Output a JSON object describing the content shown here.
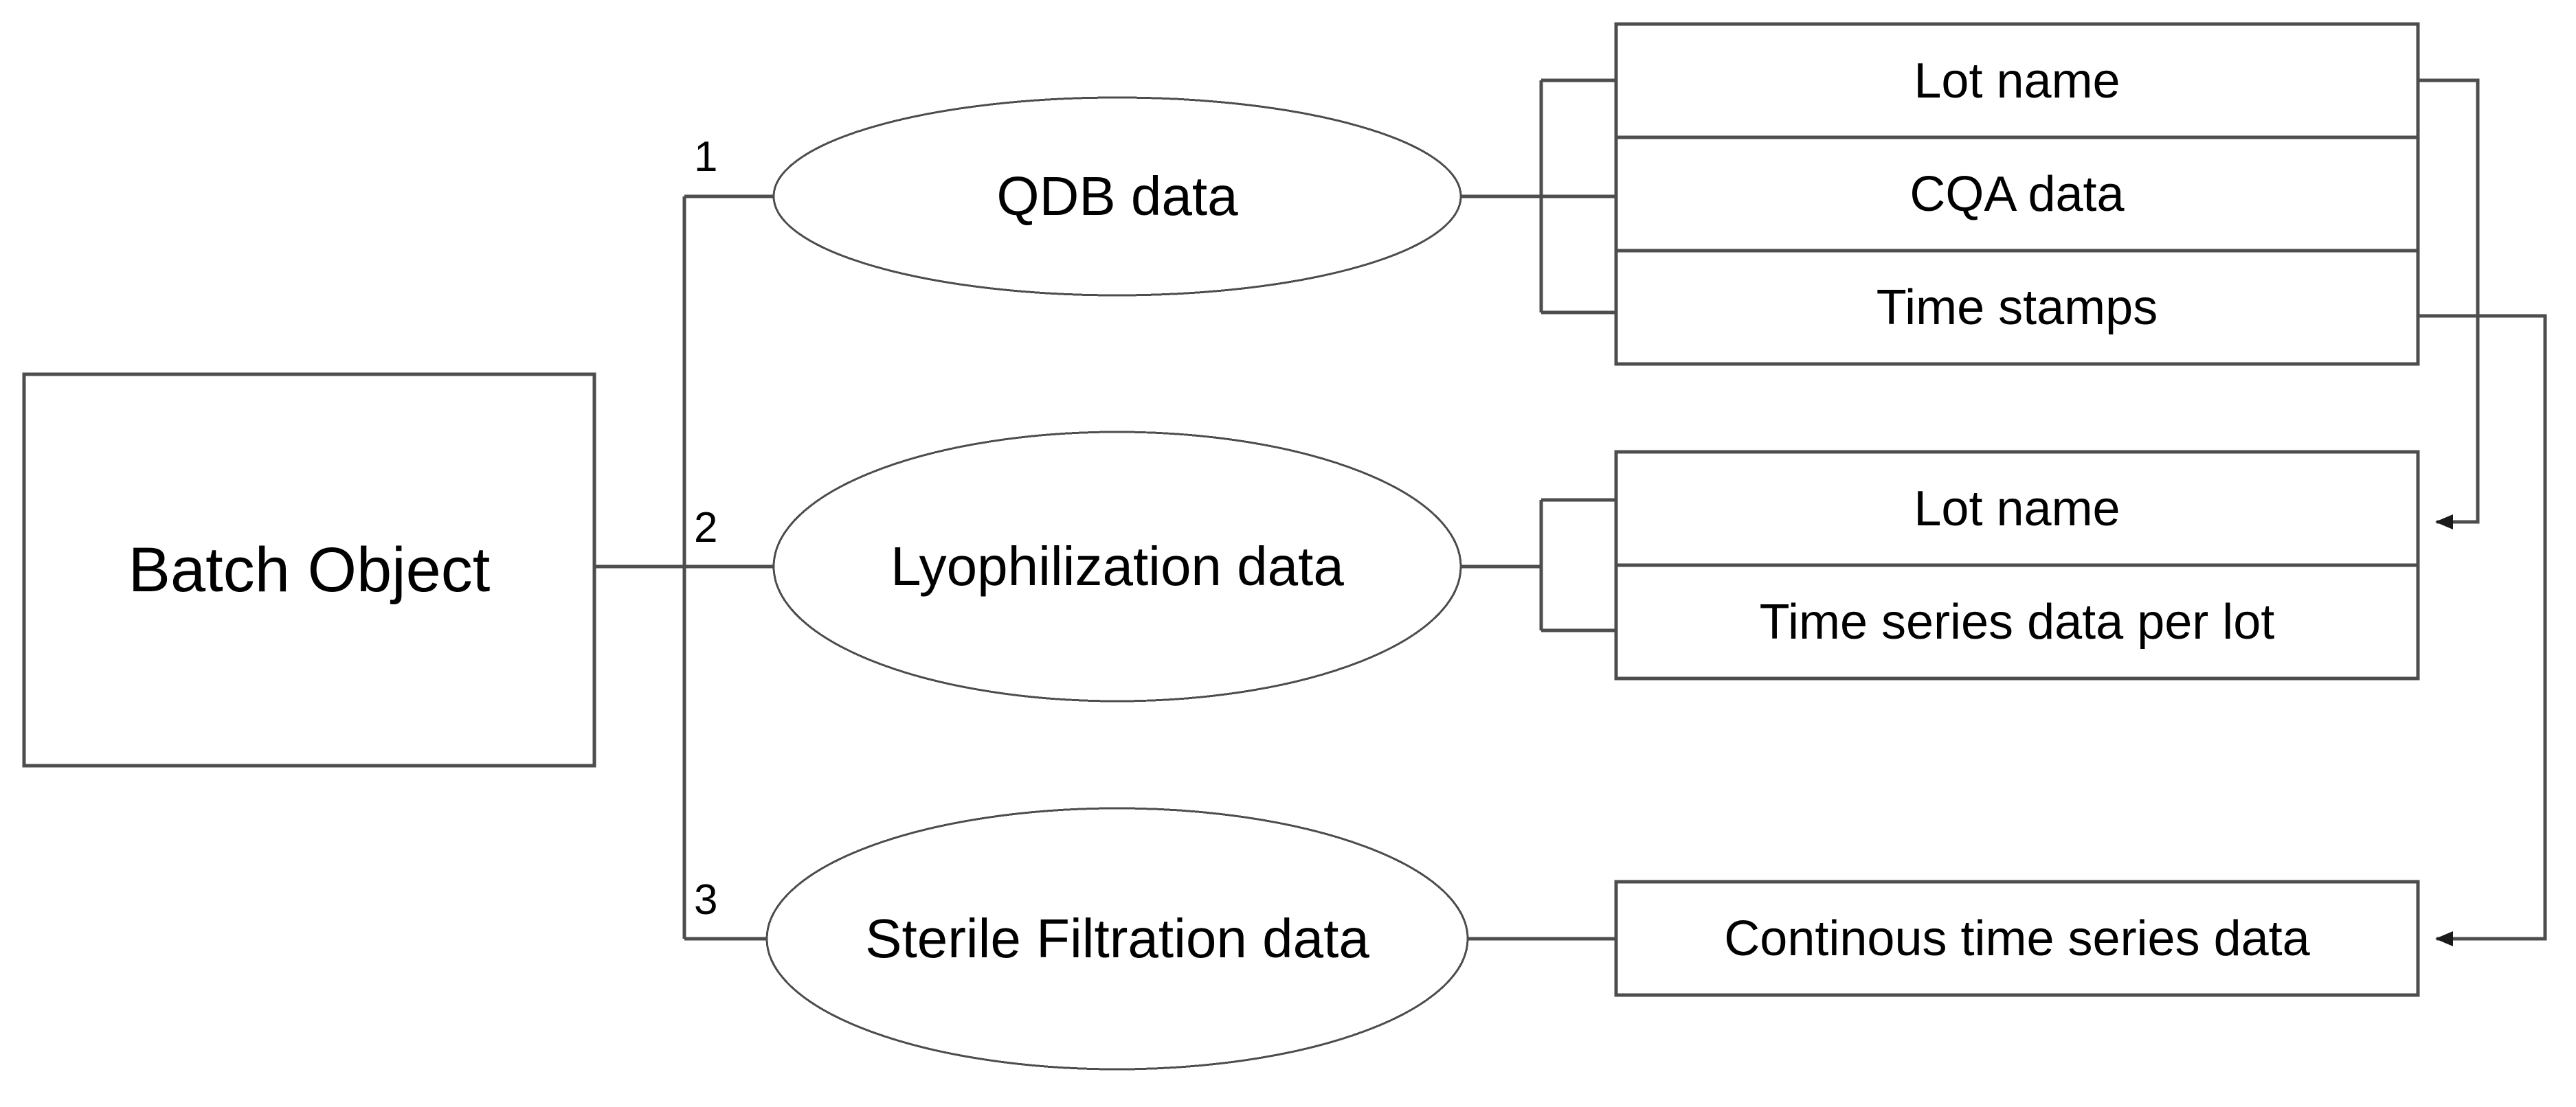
{
  "diagram": {
    "type": "entity-relationship-flow",
    "background_color": "#ffffff",
    "line_color": "#4d4d4d",
    "text_color": "#000000",
    "root": {
      "shape": "rectangle",
      "label": "Batch Object"
    },
    "branches": [
      {
        "number": "1",
        "shape": "ellipse",
        "label": "QDB data",
        "attributes": [
          {
            "label": "Lot name"
          },
          {
            "label": "CQA data"
          },
          {
            "label": "Time stamps"
          }
        ]
      },
      {
        "number": "2",
        "shape": "ellipse",
        "label": "Lyophilization data",
        "attributes": [
          {
            "label": "Lot name"
          },
          {
            "label": "Time series data per lot"
          }
        ]
      },
      {
        "number": "3",
        "shape": "ellipse",
        "label": "Sterile Filtration data",
        "attributes": [
          {
            "label": "Continous time series data"
          }
        ]
      }
    ],
    "cross_links": [
      {
        "from": "QDB data / Lot name",
        "to": "Lyophilization data / Lot name",
        "style": "orthogonal-arrow",
        "arrowhead": "filled-triangle"
      },
      {
        "from": "QDB data / Time stamps",
        "to": "Sterile Filtration data / Continous time series data",
        "style": "orthogonal-arrow",
        "arrowhead": "filled-triangle"
      }
    ]
  }
}
